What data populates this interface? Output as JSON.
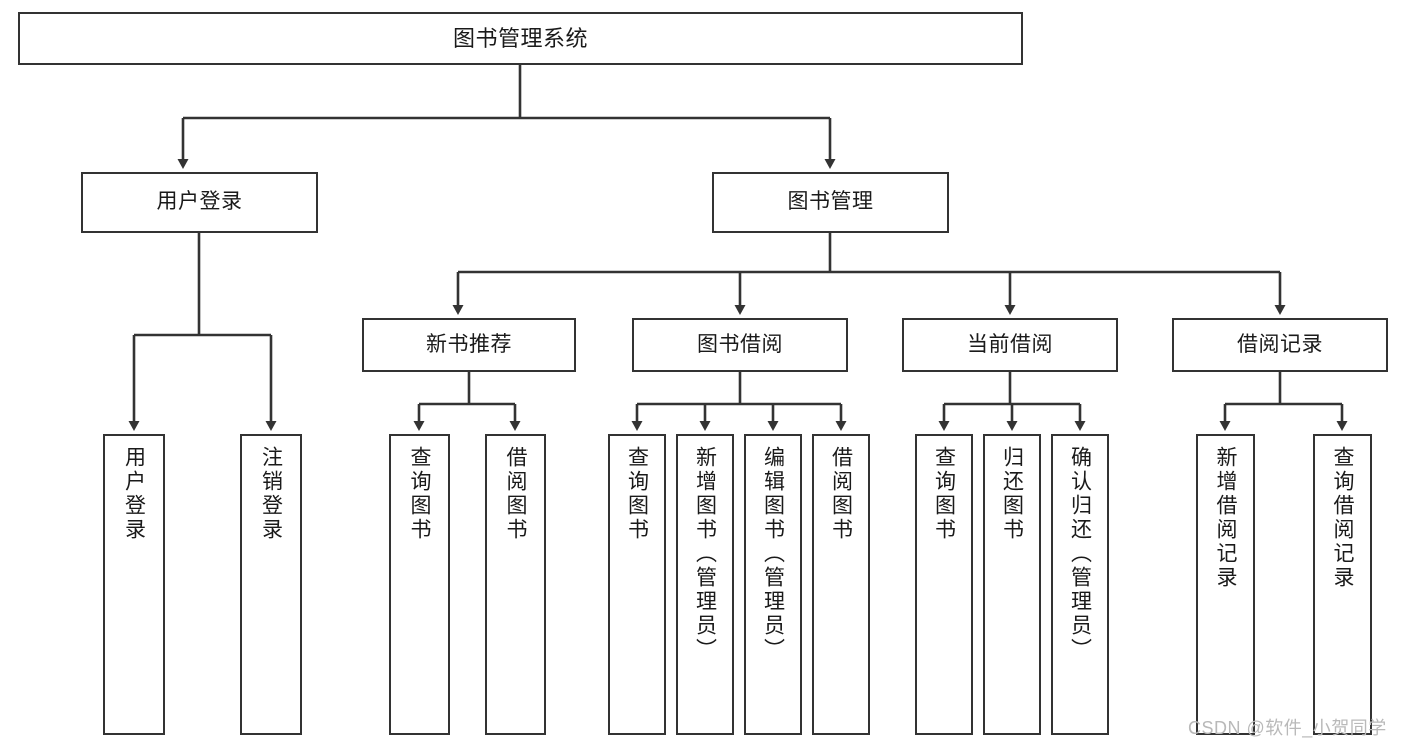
{
  "diagram": {
    "title": "图书管理系统",
    "type": "tree-hierarchy-chart",
    "root": {
      "id": "root",
      "label": "图书管理系统"
    },
    "level1": [
      {
        "id": "user-login",
        "label": "用户登录"
      },
      {
        "id": "book-management",
        "label": "图书管理"
      }
    ],
    "level2": [
      {
        "id": "new-book-recommend",
        "label": "新书推荐"
      },
      {
        "id": "book-borrow",
        "label": "图书借阅"
      },
      {
        "id": "current-borrow",
        "label": "当前借阅"
      },
      {
        "id": "borrow-record",
        "label": "借阅记录"
      }
    ],
    "leaves": {
      "user_login": [
        {
          "id": "leaf-user-login",
          "label": "用户登录"
        },
        {
          "id": "leaf-logout-login",
          "label": "注销登录"
        }
      ],
      "new_book_recommend": [
        {
          "id": "leaf-query-book-1",
          "label": "查询图书"
        },
        {
          "id": "leaf-borrow-book-1",
          "label": "借阅图书"
        }
      ],
      "book_borrow": [
        {
          "id": "leaf-query-book-2",
          "label": "查询图书"
        },
        {
          "id": "leaf-add-book",
          "label": "新增图书（管理员）"
        },
        {
          "id": "leaf-edit-book",
          "label": "编辑图书（管理员）"
        },
        {
          "id": "leaf-borrow-book-2",
          "label": "借阅图书"
        }
      ],
      "current_borrow": [
        {
          "id": "leaf-query-book-3",
          "label": "查询图书"
        },
        {
          "id": "leaf-return-book",
          "label": "归还图书"
        },
        {
          "id": "leaf-confirm-return",
          "label": "确认归还（管理员）"
        }
      ],
      "borrow_record": [
        {
          "id": "leaf-add-record",
          "label": "新增借阅记录"
        },
        {
          "id": "leaf-query-record",
          "label": "查询借阅记录"
        }
      ]
    }
  },
  "watermark": {
    "text": "CSDN @软件_小贺同学"
  },
  "colors": {
    "border": "#333333",
    "text": "#1a1a1a",
    "background": "#ffffff",
    "watermark": "#b9b9b9"
  }
}
